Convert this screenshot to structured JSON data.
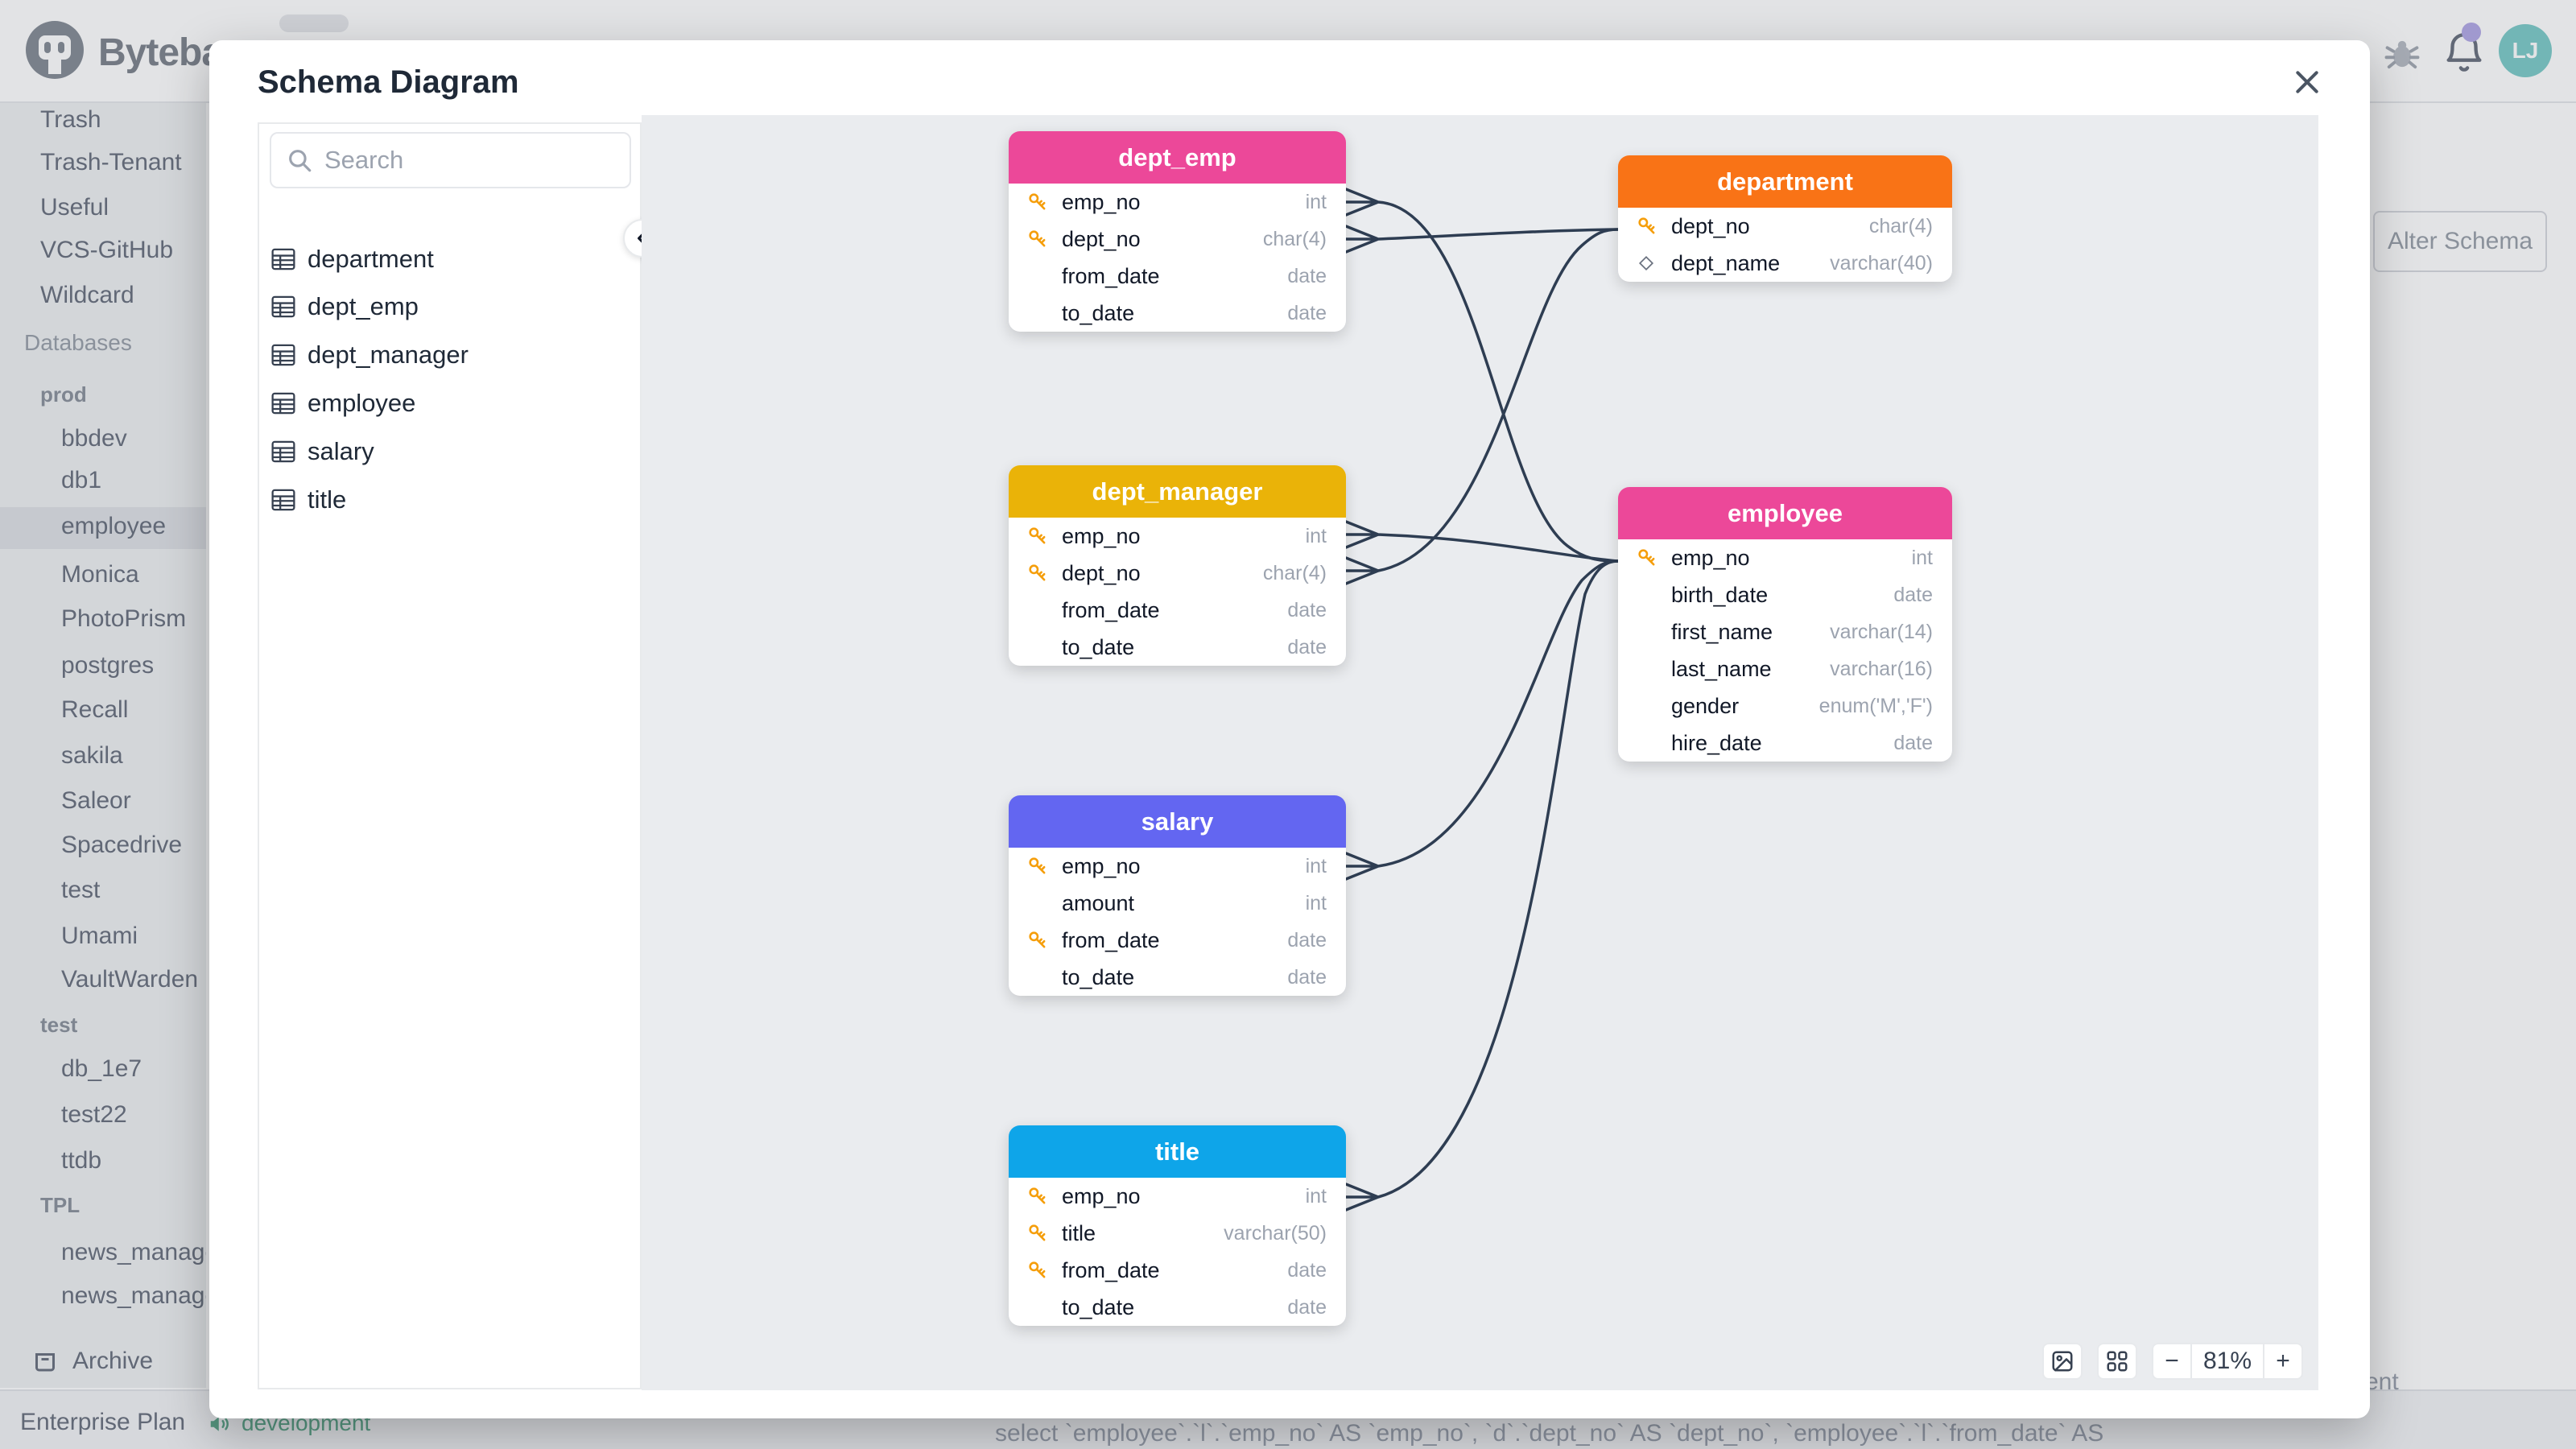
{
  "app": {
    "logo_text": "Bytebase",
    "avatar_initials": "LJ",
    "alter_schema_label": "Alter Schema",
    "footer_plan": "Enterprise Plan",
    "footer_env": "development",
    "sql_fragment": "select `employee`.`l`.`emp_no` AS `emp_no`, `d`.`dept_no` AS `dept_no`, `employee`.`l`.`from_date` AS",
    "clipped_fragment": "ent"
  },
  "sidebar": {
    "items": [
      {
        "label": "Trash"
      },
      {
        "label": "Trash-Tenant"
      },
      {
        "label": "Useful"
      },
      {
        "label": "VCS-GitHub"
      },
      {
        "label": "Wildcard"
      }
    ],
    "section_databases": "Databases",
    "groups": [
      {
        "label": "prod",
        "databases": [
          "bbdev",
          "db1",
          "employee",
          "Monica",
          "PhotoPrism",
          "postgres",
          "Recall",
          "sakila",
          "Saleor",
          "Spacedrive",
          "test",
          "Umami",
          "VaultWarden"
        ]
      },
      {
        "label": "test",
        "databases": [
          "db_1e7",
          "test22",
          "ttdb"
        ]
      },
      {
        "label": "TPL",
        "databases": [
          "news_manage",
          "news_manage"
        ]
      }
    ],
    "selected_database": "employee",
    "archive_label": "Archive"
  },
  "modal": {
    "title": "Schema Diagram",
    "search_placeholder": "Search",
    "table_list": [
      "department",
      "dept_emp",
      "dept_manager",
      "employee",
      "salary",
      "title"
    ],
    "zoom_level": "81%",
    "zoom_out_label": "−",
    "zoom_in_label": "+"
  },
  "tables": [
    {
      "name": "dept_emp",
      "color": "#ec4899",
      "rows": [
        {
          "name": "emp_no",
          "type": "int",
          "icon": "key"
        },
        {
          "name": "dept_no",
          "type": "char(4)",
          "icon": "key"
        },
        {
          "name": "from_date",
          "type": "date",
          "icon": "none"
        },
        {
          "name": "to_date",
          "type": "date",
          "icon": "none"
        }
      ]
    },
    {
      "name": "department",
      "color": "#f97316",
      "rows": [
        {
          "name": "dept_no",
          "type": "char(4)",
          "icon": "key"
        },
        {
          "name": "dept_name",
          "type": "varchar(40)",
          "icon": "diamond"
        }
      ]
    },
    {
      "name": "dept_manager",
      "color": "#eab308",
      "rows": [
        {
          "name": "emp_no",
          "type": "int",
          "icon": "key"
        },
        {
          "name": "dept_no",
          "type": "char(4)",
          "icon": "key"
        },
        {
          "name": "from_date",
          "type": "date",
          "icon": "none"
        },
        {
          "name": "to_date",
          "type": "date",
          "icon": "none"
        }
      ]
    },
    {
      "name": "employee",
      "color": "#ec4899",
      "rows": [
        {
          "name": "emp_no",
          "type": "int",
          "icon": "key"
        },
        {
          "name": "birth_date",
          "type": "date",
          "icon": "none"
        },
        {
          "name": "first_name",
          "type": "varchar(14)",
          "icon": "none"
        },
        {
          "name": "last_name",
          "type": "varchar(16)",
          "icon": "none"
        },
        {
          "name": "gender",
          "type": "enum('M','F')",
          "icon": "none"
        },
        {
          "name": "hire_date",
          "type": "date",
          "icon": "none"
        }
      ]
    },
    {
      "name": "salary",
      "color": "#6366f1",
      "rows": [
        {
          "name": "emp_no",
          "type": "int",
          "icon": "key"
        },
        {
          "name": "amount",
          "type": "int",
          "icon": "none"
        },
        {
          "name": "from_date",
          "type": "date",
          "icon": "key"
        },
        {
          "name": "to_date",
          "type": "date",
          "icon": "none"
        }
      ]
    },
    {
      "name": "title",
      "color": "#0ea5e9",
      "rows": [
        {
          "name": "emp_no",
          "type": "int",
          "icon": "key"
        },
        {
          "name": "title",
          "type": "varchar(50)",
          "icon": "key"
        },
        {
          "name": "from_date",
          "type": "date",
          "icon": "key"
        },
        {
          "name": "to_date",
          "type": "date",
          "icon": "none"
        }
      ]
    }
  ],
  "relationships": [
    {
      "from": "dept_emp.emp_no",
      "to": "employee.emp_no"
    },
    {
      "from": "dept_emp.dept_no",
      "to": "department.dept_no"
    },
    {
      "from": "dept_manager.emp_no",
      "to": "employee.emp_no"
    },
    {
      "from": "dept_manager.dept_no",
      "to": "department.dept_no"
    },
    {
      "from": "salary.emp_no",
      "to": "employee.emp_no"
    },
    {
      "from": "title.emp_no",
      "to": "employee.emp_no"
    }
  ],
  "colors": {
    "canvas_bg": "#eaecef",
    "connector": "#2e3d52",
    "key_icon": "#f59e0b",
    "type_text": "#9ca3af",
    "row_text": "#111827",
    "avatar_bg": "#7fccc9",
    "env_text": "#5fa88c",
    "notification_dot": "#b4aae6"
  }
}
